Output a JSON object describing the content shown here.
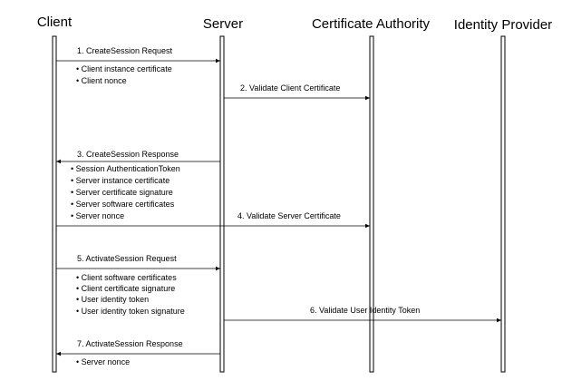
{
  "participants": [
    {
      "id": "client",
      "label": "Client"
    },
    {
      "id": "server",
      "label": "Server"
    },
    {
      "id": "ca",
      "label": "Certificate Authority"
    },
    {
      "id": "idp",
      "label": "Identity Provider"
    }
  ],
  "messages": [
    {
      "id": "m1",
      "label": "1. CreateSession Request",
      "from": "client",
      "to": "server",
      "params": [
        "• Client instance certificate",
        "• Client nonce"
      ]
    },
    {
      "id": "m2",
      "label": "2. Validate Client Certificate",
      "from": "server",
      "to": "ca",
      "params": []
    },
    {
      "id": "m3",
      "label": "3. CreateSession Response",
      "from": "server",
      "to": "client",
      "params": [
        "• Session AuthenticationToken",
        "• Server instance certificate",
        "• Server certificate signature",
        "• Server software certificates",
        "• Server nonce"
      ]
    },
    {
      "id": "m4",
      "label": "4. Validate Server Certificate",
      "from": "client",
      "to": "ca",
      "params": []
    },
    {
      "id": "m5",
      "label": "5. ActivateSession Request",
      "from": "client",
      "to": "server",
      "params": [
        "• Client software certificates",
        "• Client certificate signature",
        "• User identity token",
        "• User identity token signature"
      ]
    },
    {
      "id": "m6",
      "label": "6. Validate User Identity Token",
      "from": "server",
      "to": "idp",
      "params": []
    },
    {
      "id": "m7",
      "label": "7. ActivateSession Response",
      "from": "server",
      "to": "client",
      "params": [
        "• Server nonce"
      ]
    }
  ]
}
